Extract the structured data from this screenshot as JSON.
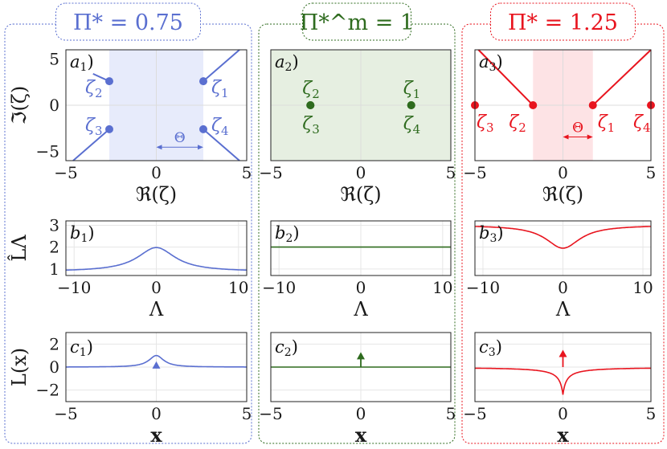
{
  "colors": {
    "blue": "#5a6fd0",
    "green": "#2e6b1e",
    "red": "#e8141e",
    "blue_fill": "#e7ebfb",
    "green_fill": "#e6efe1",
    "red_fill": "#fde3e5"
  },
  "columns": [
    {
      "title": "Π* = 0.75",
      "color_key": "blue",
      "panel_a": {
        "label": "a1)",
        "points": [
          {
            "x": 2.6,
            "y": 2.6,
            "label": "ζ1"
          },
          {
            "x": -2.6,
            "y": 2.6,
            "label": "ζ2"
          },
          {
            "x": -2.6,
            "y": -2.6,
            "label": "ζ3"
          },
          {
            "x": 2.6,
            "y": -2.6,
            "label": "ζ4"
          }
        ],
        "cuts": [
          [
            [
              2.6,
              2.6
            ],
            [
              4.6,
              6
            ]
          ],
          [
            [
              -2.6,
              2.6
            ],
            [
              -3.5,
              3.4
            ]
          ],
          [
            [
              -2.6,
              -2.6
            ],
            [
              -4.6,
              -6
            ]
          ],
          [
            [
              2.6,
              -2.6
            ],
            [
              4.6,
              -6
            ]
          ]
        ],
        "band": [
          -2.6,
          2.6
        ],
        "shade_full": false,
        "theta": {
          "from": 0,
          "to": 2.6,
          "y": -2.8,
          "label": "Θ"
        }
      },
      "panel_b": {
        "label": "b1)",
        "type": "lorentz",
        "base": 0.88,
        "amp": 1.1,
        "width": 2.8
      },
      "panel_c": {
        "label": "c1)",
        "type": "bump",
        "amp": 1.0,
        "width": 0.5,
        "arrow_h": 0.5
      }
    },
    {
      "title": "Π*^m = 1",
      "color_key": "green",
      "panel_a": {
        "label": "a2)",
        "points": [
          {
            "x": 2.8,
            "y": 0,
            "label": "ζ1"
          },
          {
            "x": -2.8,
            "y": 0,
            "label": "ζ2"
          },
          {
            "x": -2.8,
            "y": 0,
            "label": "ζ3"
          },
          {
            "x": 2.8,
            "y": 0,
            "label": "ζ4"
          }
        ],
        "cuts": [],
        "band": null,
        "shade_full": true,
        "theta": null
      },
      "panel_b": {
        "label": "b2)",
        "type": "flat",
        "base": 2.0
      },
      "panel_c": {
        "label": "c2)",
        "type": "flat",
        "arrow_h": 1.3
      }
    },
    {
      "title": "Π* = 1.25",
      "color_key": "red",
      "panel_a": {
        "label": "a3)",
        "points": [
          {
            "x": 1.7,
            "y": 0,
            "label": "ζ1"
          },
          {
            "x": -1.7,
            "y": 0,
            "label": "ζ2"
          },
          {
            "x": -5,
            "y": 0,
            "label": "ζ3"
          },
          {
            "x": 5,
            "y": 0,
            "label": "ζ4"
          }
        ],
        "cuts": [
          [
            [
              1.7,
              0
            ],
            [
              5,
              6
            ]
          ],
          [
            [
              -1.7,
              0
            ],
            [
              -4.8,
              6
            ]
          ]
        ],
        "band": [
          -1.7,
          1.7
        ],
        "shade_full": false,
        "theta": {
          "from": 0,
          "to": 1.7,
          "y": -1.7,
          "label": "Θ"
        }
      },
      "panel_b": {
        "label": "b3)",
        "type": "lorentz",
        "base": 3.0,
        "amp": -1.05,
        "width": 2.6
      },
      "panel_c": {
        "label": "c3)",
        "type": "dip",
        "amp": -2.4,
        "width": 0.45,
        "arrow_h": 1.5
      }
    }
  ],
  "axes": {
    "a": {
      "xlim": [
        -5,
        5
      ],
      "ylim": [
        -6,
        6
      ],
      "xticks": [
        "-5",
        "0",
        "5"
      ],
      "yticks": [
        "5",
        "0",
        "-5"
      ],
      "xlabel": "ℜ(ζ)",
      "ylabel": "ℑ(ζ)"
    },
    "b": {
      "xlim": [
        -11,
        11
      ],
      "ylim": [
        0.7,
        3.2
      ],
      "xticks": [
        "-10",
        "0",
        "10"
      ],
      "yticks": [
        "3",
        "2",
        "1"
      ],
      "xlabel": "Λ",
      "ylabel": "L̂Λ"
    },
    "c": {
      "xlim": [
        -5,
        5
      ],
      "ylim": [
        -3,
        3
      ],
      "xticks": [
        "-5",
        "0",
        "5"
      ],
      "yticks": [
        "2",
        "0",
        "-2"
      ],
      "xlabel": "x",
      "ylabel": "L(x)"
    }
  }
}
